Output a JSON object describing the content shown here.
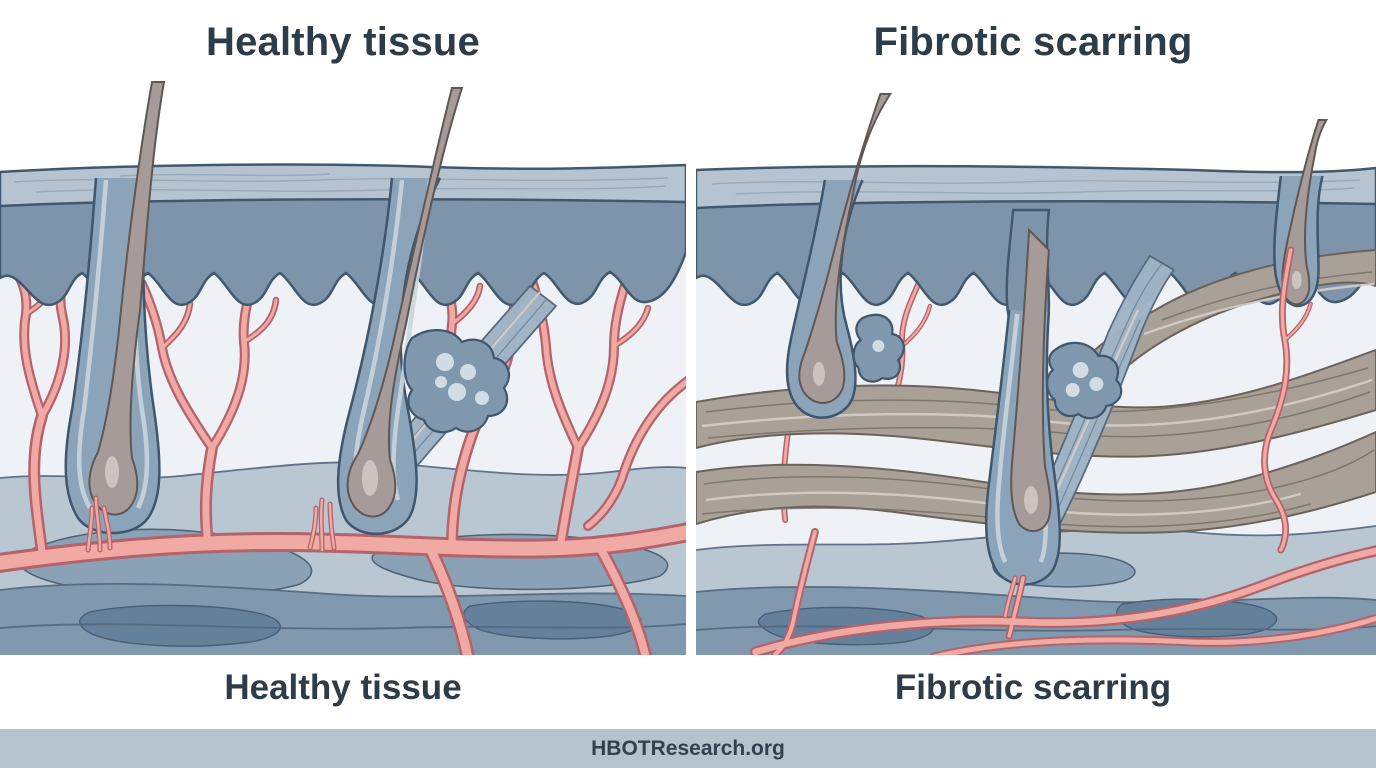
{
  "panels": [
    {
      "title": "Healthy tissue",
      "caption": "Healthy tissue",
      "description": "Cross-section of healthy skin: layered epidermis, two hair follicles with hair shafts, sebaceous gland and arrector pili muscle, a dense branching pink blood-vessel network in the dermis, and wavy subcutaneous tissue below."
    },
    {
      "title": "Fibrotic scarring",
      "caption": "Fibrotic scarring",
      "description": "Cross-section of scarred skin: shrunken atrophied hair follicles, thick interwoven gray fibrotic collagen bands crossing the dermis, and only sparse thin blood vessels above the subcutaneous tissue."
    }
  ],
  "footer": {
    "text": "HBOTResearch.org"
  },
  "colors": {
    "background": "#ffffff",
    "title_text": "#2d3c49",
    "footer_bg": "#b5c3cd",
    "footer_text": "#32414d",
    "epidermis_light": "#b6c4d2",
    "epidermis_dark": "#7e94ab",
    "dermis": "#eef1f6",
    "vessel_fill": "#f0a9a3",
    "vessel_outline": "#b4636a",
    "follicle_sheath": "#8ca4ba",
    "hair_shaft": "#a69b99",
    "fibrotic_band": "#a9a198",
    "subcutis_light": "#b9c7d3",
    "subcutis_deep": "#8099ae",
    "outline": "#3f566c"
  }
}
